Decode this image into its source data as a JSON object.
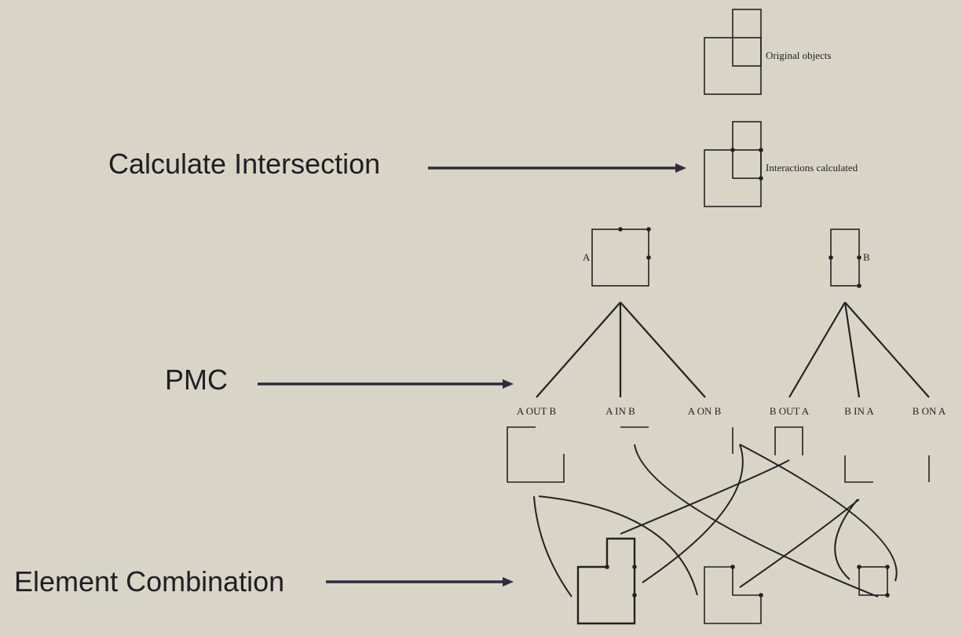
{
  "steps": {
    "intersection": "Calculate Intersection",
    "pmc": "PMC",
    "combination": "Element Combination"
  },
  "captions": {
    "original": "Original objects",
    "interactions": "Interactions calculated"
  },
  "objects": {
    "a": "A",
    "b": "B"
  },
  "classifications": [
    "A OUT B",
    "A IN B",
    "A ON B",
    "B OUT A",
    "B IN A",
    "B ON A"
  ]
}
